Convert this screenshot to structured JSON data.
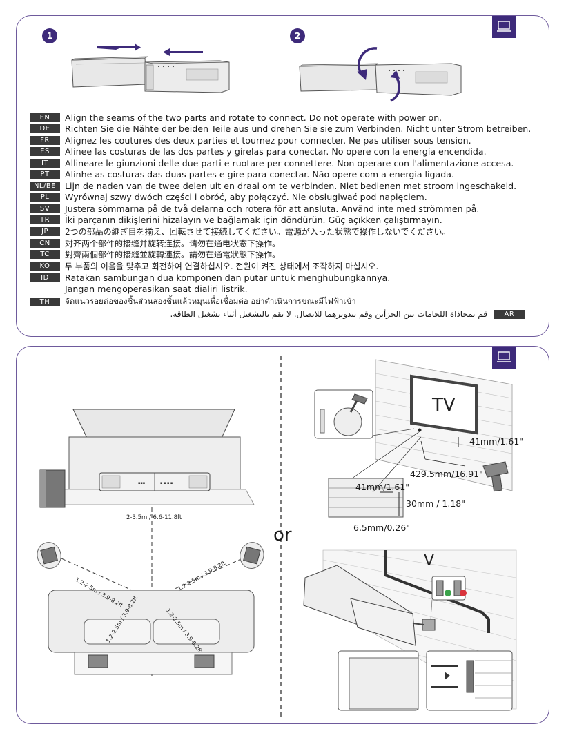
{
  "steps": {
    "step1": "1",
    "step2": "2"
  },
  "instructions": [
    {
      "code": "EN",
      "text": "Align the seams of the two parts and rotate to connect. Do not operate with power on."
    },
    {
      "code": "DE",
      "text": "Richten Sie die Nähte der beiden Teile aus und drehen Sie sie zum Verbinden. Nicht unter Strom betreiben."
    },
    {
      "code": "FR",
      "text": "Alignez les coutures des deux parties et tournez pour connecter. Ne pas utiliser sous tension."
    },
    {
      "code": "ES",
      "text": "Alinee las costuras de las dos partes y gírelas para conectar. No opere con la energía encendida."
    },
    {
      "code": "IT",
      "text": "Allineare le giunzioni delle due parti e ruotare per connettere. Non operare con l'alimentazione accesa."
    },
    {
      "code": "PT",
      "text": "Alinhe as costuras das duas partes e gire para conectar. Não opere com a energia ligada."
    },
    {
      "code": "NL/BE",
      "text": "Lijn de naden van de twee delen uit en draai om te verbinden. Niet bedienen met stroom ingeschakeld."
    },
    {
      "code": "PL",
      "text": "Wyrównaj szwy dwóch części i obróć, aby połączyć. Nie obsługiwać pod napięciem."
    },
    {
      "code": "SV",
      "text": "Justera sömmarna på de två delarna och rotera för att ansluta. Använd inte med strömmen på."
    },
    {
      "code": "TR",
      "text": "İki parçanın dikişlerini hizalayın ve bağlamak için döndürün. Güç açıkken çalıştırmayın."
    },
    {
      "code": "JP",
      "text": "2つの部品の継ぎ目を揃え、回転させて接続してください。電源が入った状態で操作しないでください。"
    },
    {
      "code": "CN",
      "text": "对齐两个部件的接缝并旋转连接。请勿在通电状态下操作。"
    },
    {
      "code": "TC",
      "text": "對齊兩個部件的接縫並旋轉連接。請勿在通電狀態下操作。"
    },
    {
      "code": "KO",
      "text": "두 부품의 이음을 맞추고 회전하여 연결하십시오. 전원이 켜진 상태에서 조작하지 마십시오."
    },
    {
      "code": "ID",
      "text": "Ratakan sambungan dua komponen dan putar untuk menghubungkannya.",
      "text2": "Jangan mengoperasikan saat dialiri listrik."
    },
    {
      "code": "TH",
      "text": "จัดแนวรอยต่อของชิ้นส่วนสองชิ้นแล้วหมุนเพื่อเชื่อมต่อ อย่าดำเนินการขณะมีไฟฟ้าเข้า"
    }
  ],
  "arabic": {
    "code": "AR",
    "text": "قم بمحاذاة اللحامات بين الجزأين وقم بتدويرهما للاتصال. لا تقم بالتشغيل أثناء تشغيل الطاقة."
  },
  "placement": {
    "tv_distance": "2-3.5m / 6.6-11.8ft",
    "left_speaker_distance": "1.2-2.5m / 3.9-8.2ft",
    "right_speaker_distance": "1.2-2.5m / 3.9-8.2ft",
    "cross_left": "1.2-2.5m / 3.9-8.2ft",
    "cross_right": "1.2-2.5m / 3.9-8.2ft"
  },
  "or_label": "or",
  "wall_mount": {
    "tv_label": "TV",
    "height_offset": "41mm/1.61\"",
    "hole_spacing": "429.5mm/16.91\"",
    "detail_width": "41mm/1.61\"",
    "detail_height": "30mm / 1.18\"",
    "detail_gap": "6.5mm/0.26\""
  },
  "colors": {
    "accent": "#3d2a7a",
    "panel_border": "#6e5a9c",
    "tag_bg": "#3a3a3a",
    "ok": "#3aa24a",
    "no": "#d9343c"
  }
}
